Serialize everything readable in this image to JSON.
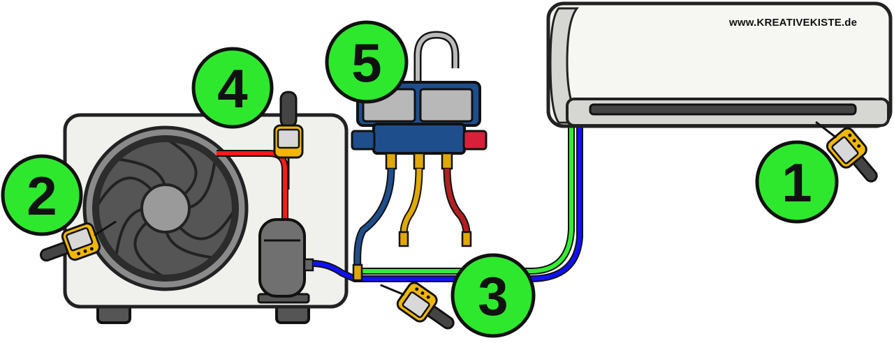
{
  "watermark": "www.KREATIVEKISTE.de",
  "markers": [
    {
      "id": "marker-1",
      "label": "1"
    },
    {
      "id": "marker-2",
      "label": "2"
    },
    {
      "id": "marker-3",
      "label": "3"
    },
    {
      "id": "marker-4",
      "label": "4"
    },
    {
      "id": "marker-5",
      "label": "5"
    }
  ],
  "colors": {
    "marker_fill": "#2ee82e",
    "hot_line": "#ff1a1a",
    "suction_line": "#1010ff",
    "liquid_line": "#33ee33",
    "hose_blue": "#1f4e8c",
    "hose_yellow": "#e0a800",
    "hose_red": "#b02020",
    "probe_body": "#f2b705",
    "manifold_body": "#1f4e8c",
    "knob_red": "#d8203a"
  },
  "icons": [
    "fan-icon",
    "compressor-icon",
    "thermometer-probe-icon",
    "manifold-gauge-icon",
    "indoor-unit-icon",
    "outdoor-unit-icon"
  ]
}
